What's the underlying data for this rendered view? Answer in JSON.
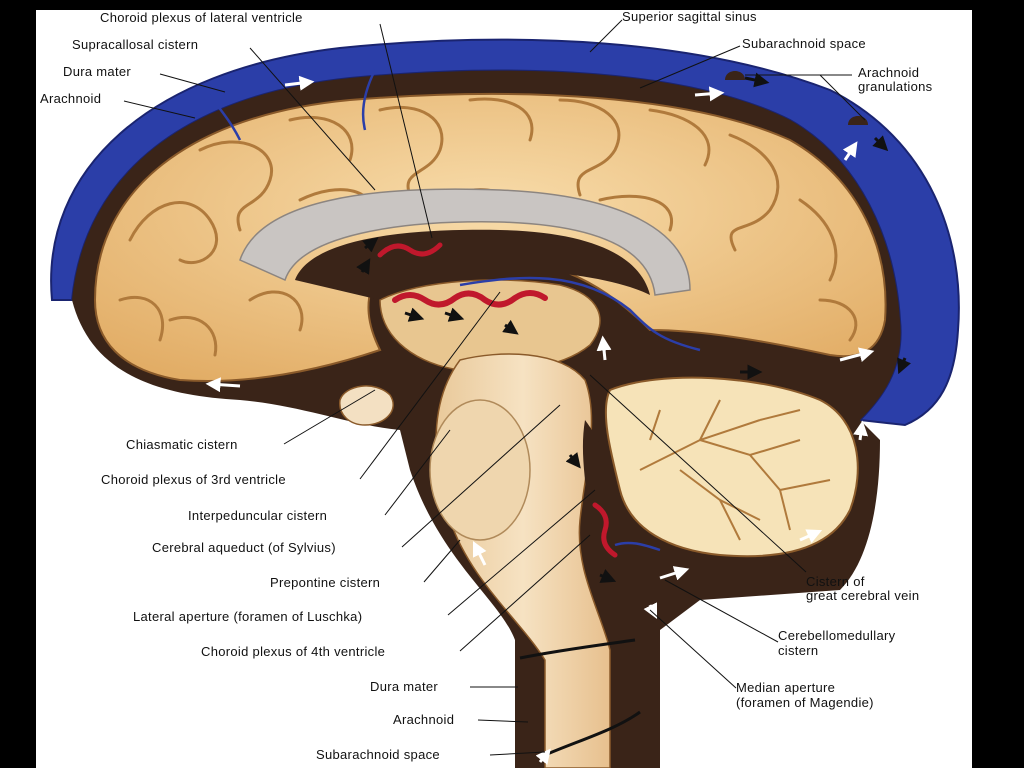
{
  "colors": {
    "background": "#000000",
    "paper": "#ffffff",
    "dura_blue": "#2b3ea8",
    "brain_tan": "#f1c98a",
    "brain_shadow": "#c48a4a",
    "csf_dark": "#3a2418",
    "choroid_red": "#c0182c",
    "arrow_white": "#ffffff"
  },
  "labels": {
    "choroid_lateral": "Choroid plexus of lateral ventricle",
    "supracallosal": "Supracallosal cistern",
    "dura_top": "Dura mater",
    "arachnoid_top": "Arachnoid",
    "sup_sagittal": "Superior sagittal sinus",
    "subarachnoid_top": "Subarachnoid space",
    "arach_gran_1": "Arachnoid",
    "arach_gran_2": "granulations",
    "chiasmatic": "Chiasmatic cistern",
    "choroid_3rd": "Choroid plexus of 3rd ventricle",
    "interpeduncular": "Interpeduncular cistern",
    "aqueduct": "Cerebral aqueduct (of Sylvius)",
    "prepontine": "Prepontine cistern",
    "lateral_aperture": "Lateral aperture (foramen of Luschka)",
    "choroid_4th": "Choroid plexus of 4th ventricle",
    "dura_bottom": "Dura mater",
    "arachnoid_bottom": "Arachnoid",
    "subarachnoid_bottom": "Subarachnoid space",
    "great_vein_1": "Cistern of",
    "great_vein_2": "great cerebral vein",
    "cerebellomedullary_1": "Cerebellomedullary",
    "cerebellomedullary_2": "cistern",
    "median_aperture_1": "Median aperture",
    "median_aperture_2": "(foramen of Magendie)"
  }
}
